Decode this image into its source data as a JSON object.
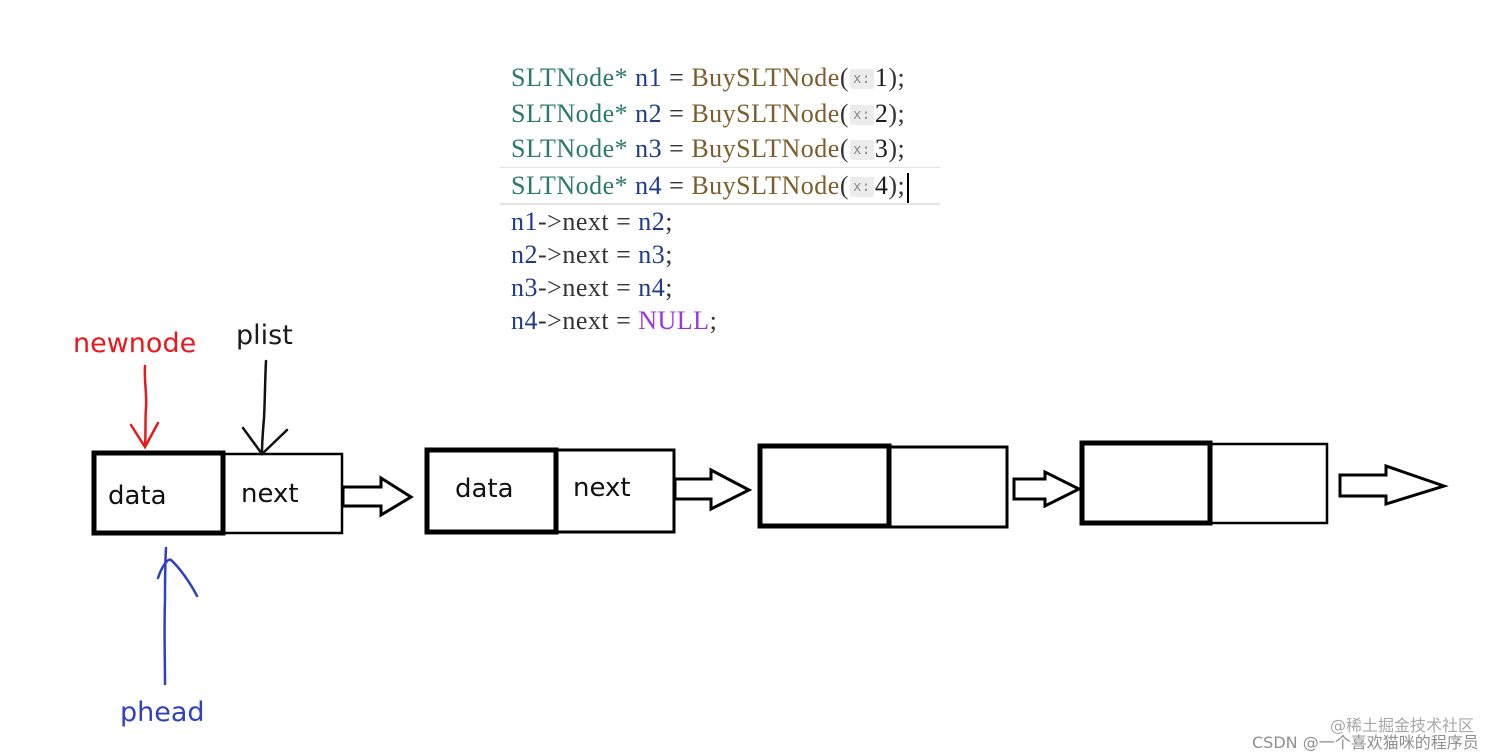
{
  "code": {
    "lines": [
      {
        "tokens": [
          {
            "cls": "tok-type",
            "text": "SLTNode*"
          },
          {
            "cls": "tok-op",
            "text": " "
          },
          {
            "cls": "tok-var",
            "text": "n1"
          },
          {
            "cls": "tok-op",
            "text": " = "
          },
          {
            "cls": "tok-func",
            "text": "BuySLTNode"
          },
          {
            "cls": "tok-op",
            "text": "("
          },
          {
            "cls": "tok-hint",
            "text": "x:"
          },
          {
            "cls": "tok-num",
            "text": "1"
          },
          {
            "cls": "tok-op",
            "text": ");"
          }
        ]
      },
      {
        "tokens": [
          {
            "cls": "tok-type",
            "text": "SLTNode*"
          },
          {
            "cls": "tok-op",
            "text": " "
          },
          {
            "cls": "tok-var",
            "text": "n2"
          },
          {
            "cls": "tok-op",
            "text": " = "
          },
          {
            "cls": "tok-func",
            "text": "BuySLTNode"
          },
          {
            "cls": "tok-op",
            "text": "("
          },
          {
            "cls": "tok-hint",
            "text": "x:"
          },
          {
            "cls": "tok-num",
            "text": "2"
          },
          {
            "cls": "tok-op",
            "text": ");"
          }
        ]
      },
      {
        "tokens": [
          {
            "cls": "tok-type",
            "text": "SLTNode*"
          },
          {
            "cls": "tok-op",
            "text": " "
          },
          {
            "cls": "tok-var",
            "text": "n3"
          },
          {
            "cls": "tok-op",
            "text": " = "
          },
          {
            "cls": "tok-func",
            "text": "BuySLTNode"
          },
          {
            "cls": "tok-op",
            "text": "("
          },
          {
            "cls": "tok-hint",
            "text": "x:"
          },
          {
            "cls": "tok-num",
            "text": "3"
          },
          {
            "cls": "tok-op",
            "text": ");"
          }
        ]
      },
      {
        "current": true,
        "caret": true,
        "tokens": [
          {
            "cls": "tok-type",
            "text": "SLTNode*"
          },
          {
            "cls": "tok-op",
            "text": " "
          },
          {
            "cls": "tok-var",
            "text": "n4"
          },
          {
            "cls": "tok-op",
            "text": " = "
          },
          {
            "cls": "tok-func",
            "text": "BuySLTNode"
          },
          {
            "cls": "tok-op",
            "text": "("
          },
          {
            "cls": "tok-hint",
            "text": "x:"
          },
          {
            "cls": "tok-num",
            "text": "4"
          },
          {
            "cls": "tok-op",
            "text": ");"
          }
        ]
      },
      {
        "tokens": [
          {
            "cls": "tok-var",
            "text": "n1"
          },
          {
            "cls": "tok-op",
            "text": "->next = "
          },
          {
            "cls": "tok-var",
            "text": "n2"
          },
          {
            "cls": "tok-op",
            "text": ";"
          }
        ]
      },
      {
        "tokens": [
          {
            "cls": "tok-var",
            "text": "n2"
          },
          {
            "cls": "tok-op",
            "text": "->next = "
          },
          {
            "cls": "tok-var",
            "text": "n3"
          },
          {
            "cls": "tok-op",
            "text": ";"
          }
        ]
      },
      {
        "tokens": [
          {
            "cls": "tok-var",
            "text": "n3"
          },
          {
            "cls": "tok-op",
            "text": "->next = "
          },
          {
            "cls": "tok-var",
            "text": "n4"
          },
          {
            "cls": "tok-op",
            "text": ";"
          }
        ]
      },
      {
        "tokens": [
          {
            "cls": "tok-var",
            "text": "n4"
          },
          {
            "cls": "tok-op",
            "text": "->next = "
          },
          {
            "cls": "tok-kw",
            "text": "NULL"
          },
          {
            "cls": "tok-op",
            "text": ";"
          }
        ]
      }
    ]
  },
  "diagram": {
    "labels": {
      "newnode": "newnode",
      "plist": "plist",
      "phead": "phead"
    },
    "node1": {
      "data": "data",
      "next": "next"
    },
    "node2": {
      "data": "data",
      "next": "next"
    },
    "colors": {
      "newnode": "#e8181c",
      "plist": "#1a1a1a",
      "phead": "#3040c0"
    }
  },
  "watermarks": {
    "juejin": "@稀土掘金技术社区",
    "csdn": "CSDN @一个喜欢猫咪的程序员"
  }
}
